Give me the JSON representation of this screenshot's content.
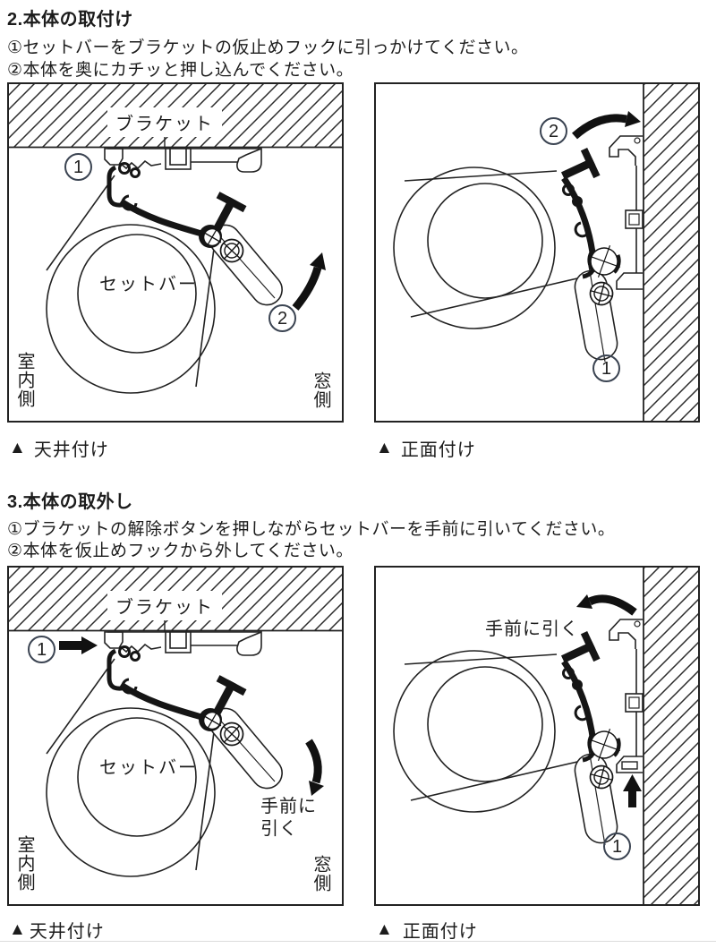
{
  "install": {
    "heading": "2.本体の取付け",
    "step1": "①セットバーをブラケットの仮止めフックに引っかけてください。",
    "step2": "②本体を奥にカチッと押し込んでください。",
    "ceiling": {
      "bracket_label": "ブラケット",
      "setbar_label": "セットバー",
      "room_side": "室内側",
      "window_side": "窓側",
      "marker1": "1",
      "marker2": "2",
      "caption_marker": "▲",
      "caption": "天井付け"
    },
    "front": {
      "marker1": "1",
      "marker2": "2",
      "caption_marker": "▲",
      "caption": "正面付け"
    }
  },
  "remove": {
    "heading": "3.本体の取外し",
    "step1": "①ブラケットの解除ボタンを押しながらセットバーを手前に引いてください。",
    "step2": "②本体を仮止めフックから外してください。",
    "ceiling": {
      "bracket_label": "ブラケット",
      "setbar_label": "セットバー",
      "room_side": "室内側",
      "window_side": "窓側",
      "marker1": "1",
      "pull_line1": "手前に",
      "pull_line2": "引く",
      "caption_marker": "▲",
      "caption": "天井付け"
    },
    "front": {
      "pull_label": "手前に引く",
      "marker1": "1",
      "caption_marker": "▲",
      "caption": "正面付け"
    }
  },
  "colors": {
    "ink": "#1c1c1c",
    "line": "#222222",
    "badge_ring": "#3b4452"
  }
}
